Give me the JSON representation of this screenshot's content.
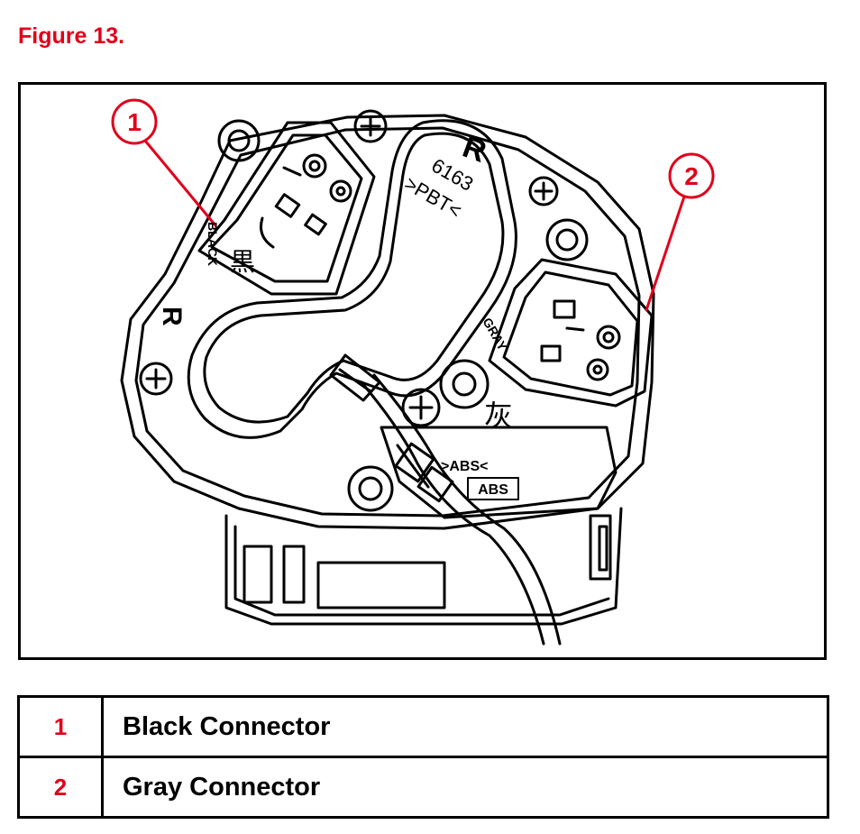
{
  "figure": {
    "title": "Figure 13.",
    "accent_color": "#e0001b",
    "callouts": [
      {
        "number": "1"
      },
      {
        "number": "2"
      }
    ],
    "part_labels": {
      "black": "BLACK",
      "black_kanji": "黒",
      "gray": "GRAY",
      "gray_kanji": "灰",
      "r_left": "R",
      "r_cover": "R",
      "part_number": "6163",
      "material": ">PBT<",
      "abs_outline": ">ABS<",
      "abs_box": "ABS"
    }
  },
  "legend": {
    "rows": [
      {
        "number": "1",
        "label": "Black Connector"
      },
      {
        "number": "2",
        "label": "Gray Connector"
      }
    ]
  }
}
